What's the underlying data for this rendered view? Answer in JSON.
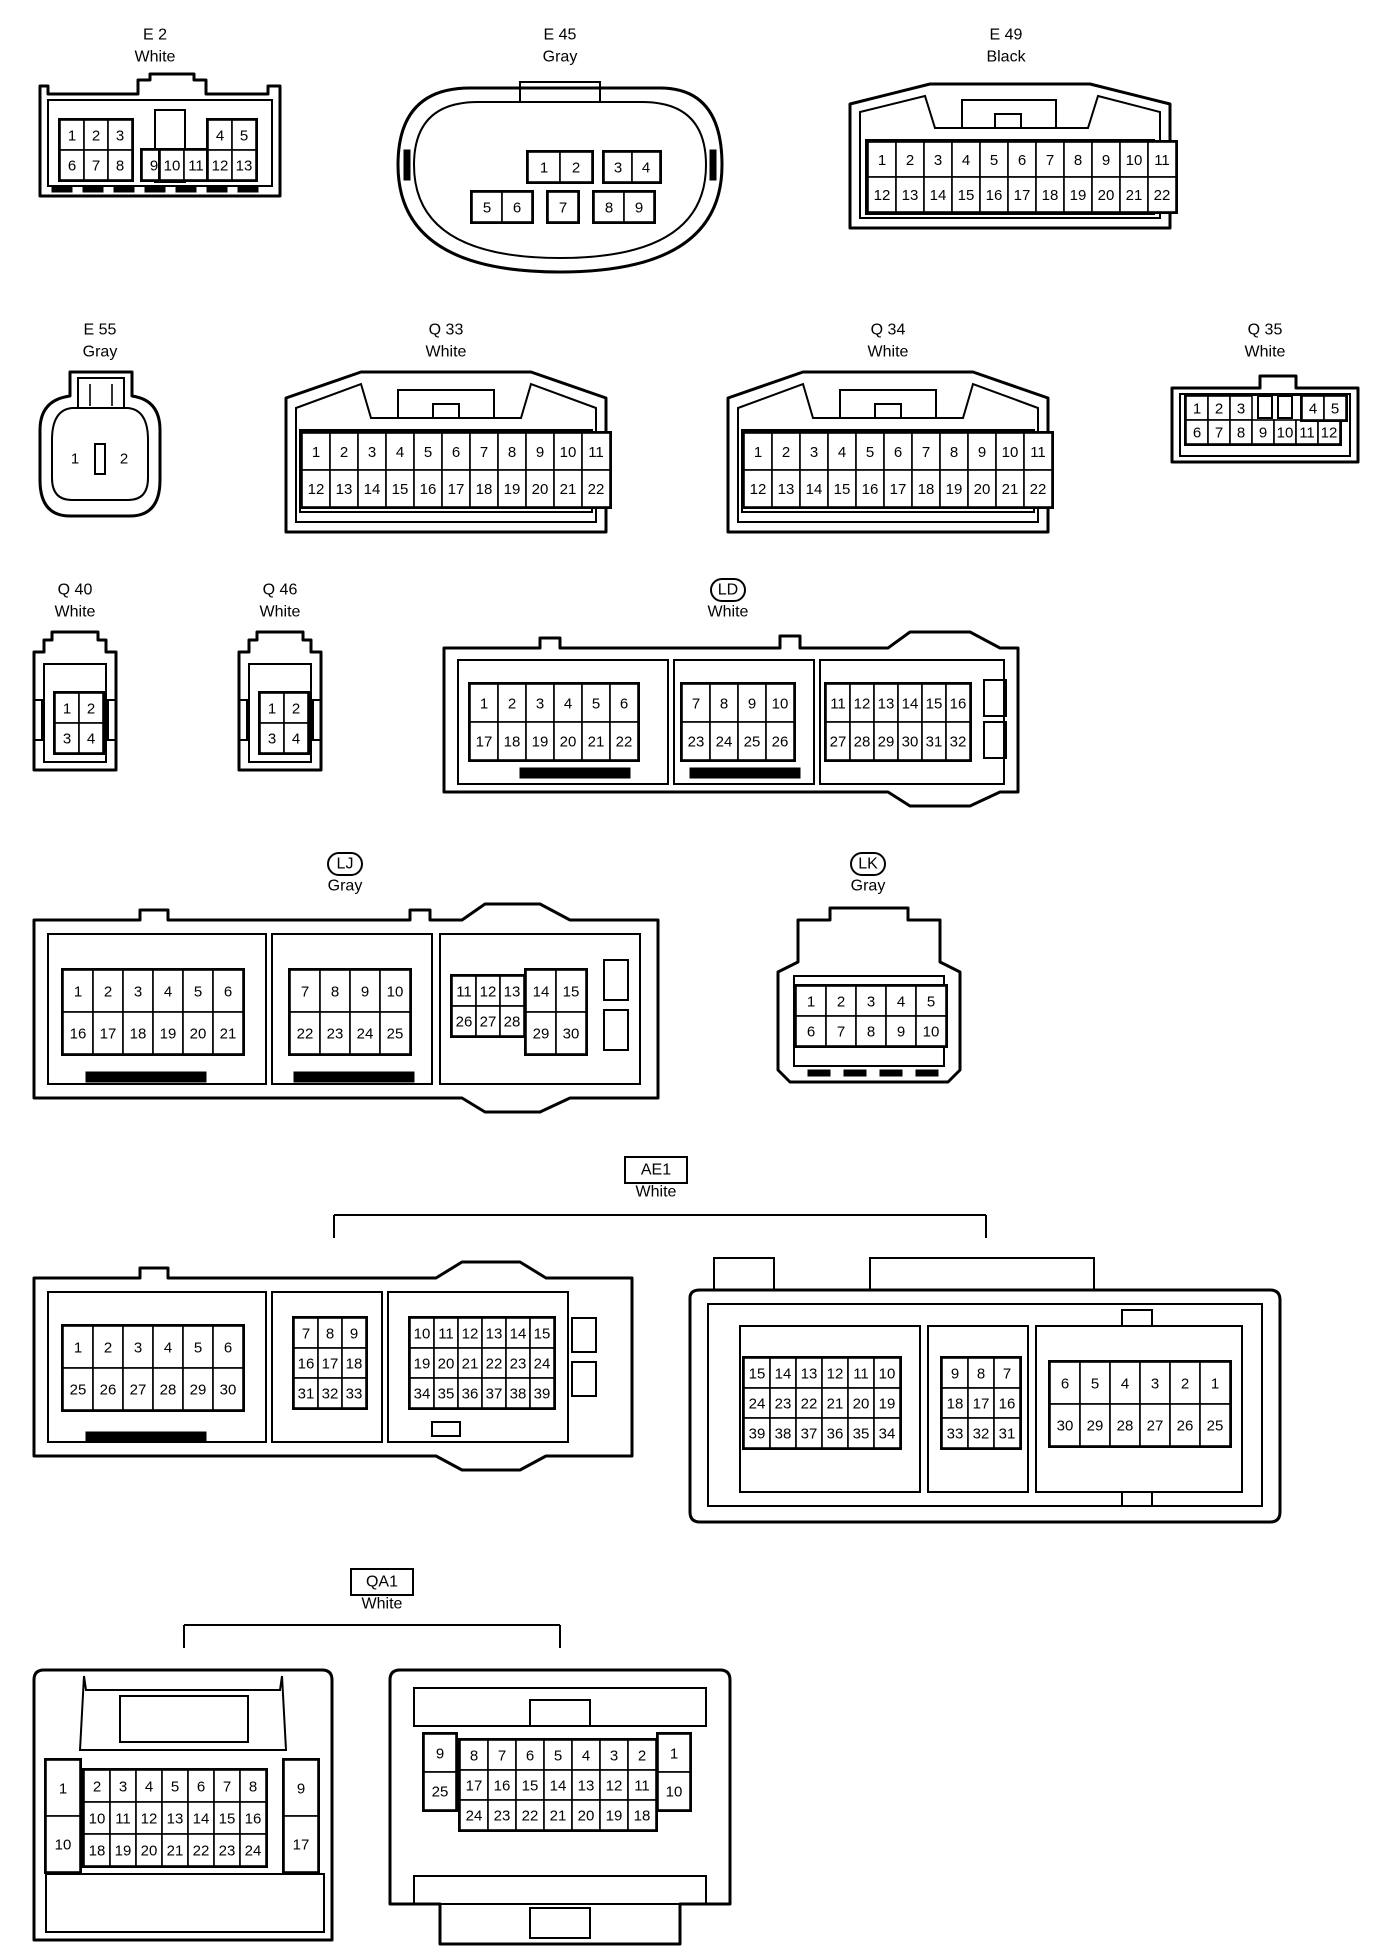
{
  "connectors": [
    {
      "id": "E 2",
      "color": "White",
      "rows": [
        [
          "1",
          "2",
          "3",
          "",
          "",
          "4",
          "5"
        ],
        [
          "6",
          "7",
          "8",
          "9",
          "10",
          "11",
          "12",
          "13"
        ]
      ]
    },
    {
      "id": "E 45",
      "color": "Gray",
      "rows": [
        [
          "1",
          "2",
          "3",
          "4"
        ],
        [
          "5",
          "6",
          "7",
          "8",
          "9"
        ]
      ]
    },
    {
      "id": "E 49",
      "color": "Black",
      "rows": [
        [
          "1",
          "2",
          "3",
          "4",
          "5",
          "6",
          "7",
          "8",
          "9",
          "10",
          "11"
        ],
        [
          "12",
          "13",
          "14",
          "15",
          "16",
          "17",
          "18",
          "19",
          "20",
          "21",
          "22"
        ]
      ]
    },
    {
      "id": "E 55",
      "color": "Gray",
      "rows": [
        [
          "1",
          "2"
        ]
      ]
    },
    {
      "id": "Q 33",
      "color": "White",
      "rows": [
        [
          "1",
          "2",
          "3",
          "4",
          "5",
          "6",
          "7",
          "8",
          "9",
          "10",
          "11"
        ],
        [
          "12",
          "13",
          "14",
          "15",
          "16",
          "17",
          "18",
          "19",
          "20",
          "21",
          "22"
        ]
      ]
    },
    {
      "id": "Q 34",
      "color": "White",
      "rows": [
        [
          "1",
          "2",
          "3",
          "4",
          "5",
          "6",
          "7",
          "8",
          "9",
          "10",
          "11"
        ],
        [
          "12",
          "13",
          "14",
          "15",
          "16",
          "17",
          "18",
          "19",
          "20",
          "21",
          "22"
        ]
      ]
    },
    {
      "id": "Q 35",
      "color": "White",
      "rows": [
        [
          "1",
          "2",
          "3",
          "",
          "",
          "4",
          "5"
        ],
        [
          "6",
          "7",
          "8",
          "9",
          "10",
          "11",
          "12"
        ]
      ]
    },
    {
      "id": "Q 40",
      "color": "White",
      "rows": [
        [
          "1",
          "2"
        ],
        [
          "3",
          "4"
        ]
      ]
    },
    {
      "id": "Q 46",
      "color": "White",
      "rows": [
        [
          "1",
          "2"
        ],
        [
          "3",
          "4"
        ]
      ]
    },
    {
      "id": "LD",
      "color": "White",
      "rows": [
        [
          "1",
          "2",
          "3",
          "4",
          "5",
          "6",
          "7",
          "8",
          "9",
          "10",
          "11",
          "12",
          "13",
          "14",
          "15",
          "16"
        ],
        [
          "17",
          "18",
          "19",
          "20",
          "21",
          "22",
          "23",
          "24",
          "25",
          "26",
          "27",
          "28",
          "29",
          "30",
          "31",
          "32"
        ]
      ]
    },
    {
      "id": "LJ",
      "color": "Gray",
      "rows": [
        [
          "1",
          "2",
          "3",
          "4",
          "5",
          "6",
          "7",
          "8",
          "9",
          "10",
          "11",
          "12",
          "13",
          "14",
          "15"
        ],
        [
          "16",
          "17",
          "18",
          "19",
          "20",
          "21",
          "22",
          "23",
          "24",
          "25",
          "26",
          "27",
          "28",
          "29",
          "30"
        ]
      ]
    },
    {
      "id": "LK",
      "color": "Gray",
      "rows": [
        [
          "1",
          "2",
          "3",
          "4",
          "5"
        ],
        [
          "6",
          "7",
          "8",
          "9",
          "10"
        ]
      ]
    },
    {
      "id": "AE1",
      "color": "White",
      "rows": [
        [
          "1",
          "2",
          "3",
          "4",
          "5",
          "6",
          "7",
          "8",
          "9",
          "10",
          "11",
          "12",
          "13",
          "14",
          "15"
        ],
        [
          "16",
          "17",
          "18",
          "19",
          "20",
          "21",
          "22",
          "23",
          "24"
        ],
        [
          "25",
          "26",
          "27",
          "28",
          "29",
          "30",
          "31",
          "32",
          "33",
          "34",
          "35",
          "36",
          "37",
          "38",
          "39"
        ]
      ]
    },
    {
      "id": "QA1",
      "color": "White",
      "rows": [
        [
          "1",
          "2",
          "3",
          "4",
          "5",
          "6",
          "7",
          "8",
          "9"
        ],
        [
          "10",
          "11",
          "12",
          "13",
          "14",
          "15",
          "16",
          "17"
        ],
        [
          "18",
          "19",
          "20",
          "21",
          "22",
          "23",
          "24",
          "25"
        ]
      ]
    }
  ]
}
